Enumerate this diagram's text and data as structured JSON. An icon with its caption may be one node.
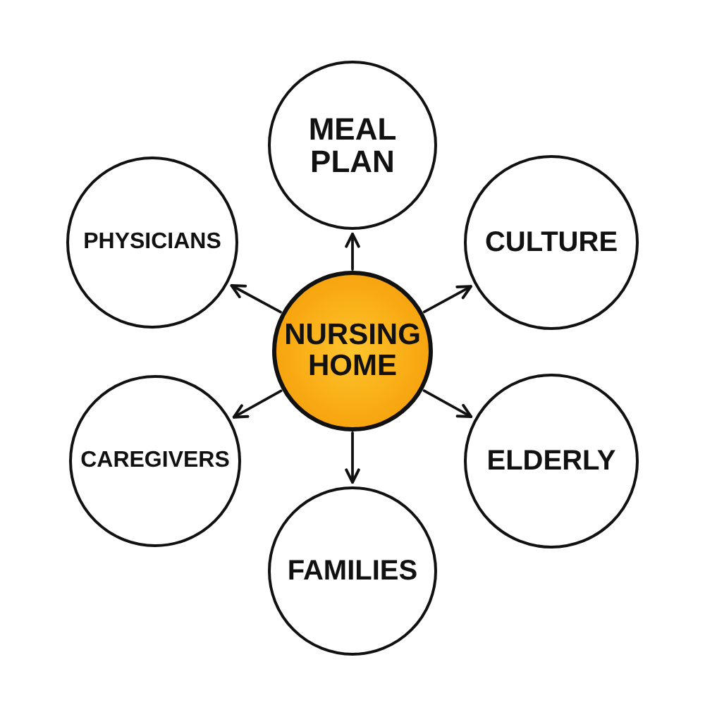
{
  "diagram": {
    "nodes": [
      {
        "text": [
          "MEAL PLAN"
        ]
      },
      {
        "text": [
          "PHYSICIANS"
        ]
      },
      {
        "text": [
          "CULTURE"
        ]
      },
      {
        "text": [
          "NURSING HOME"
        ]
      },
      {
        "text": [
          "CAREGIVERS"
        ]
      },
      {
        "text": [
          "ELDERLY"
        ]
      },
      {
        "text": [
          "FAMILIES"
        ]
      }
    ],
    "edges": [
      {
        "from": 3,
        "to": 0,
        "arrow": "to"
      },
      {
        "from": 3,
        "to": 1,
        "arrow": "to"
      },
      {
        "from": 3,
        "to": 2,
        "arrow": "to"
      },
      {
        "from": 3,
        "to": 4,
        "arrow": "to"
      },
      {
        "from": 3,
        "to": 5,
        "arrow": "to"
      },
      {
        "from": 3,
        "to": 6,
        "arrow": "to"
      }
    ]
  }
}
